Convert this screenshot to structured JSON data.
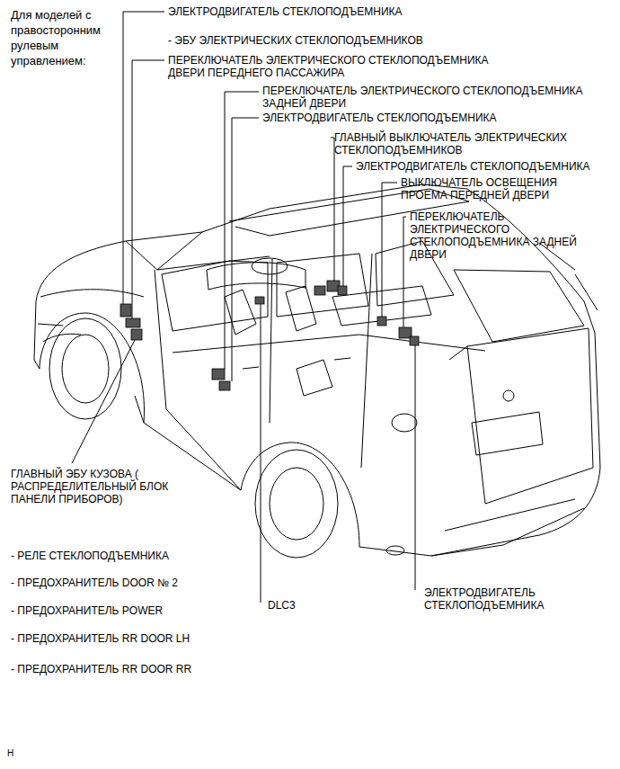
{
  "diagram": {
    "labels": [
      "Для моделей с правосторонним рулевым управлением:",
      "ЭЛЕКТРОДВИГАТЕЛЬ СТЕКЛОПОДЪЕМНИКА",
      "- ЭБУ ЭЛЕКТРИЧЕСКИХ СТЕКЛОПОДЪЕМНИКОВ",
      "ПЕРЕКЛЮЧАТЕЛЬ ЭЛЕКТРИЧЕСКОГО СТЕКЛОПОДЪЕМНИКА ДВЕРИ ПЕРЕДНЕГО ПАССАЖИРА",
      "ПЕРЕКЛЮЧАТЕЛЬ ЭЛЕКТРИЧЕСКОГО СТЕКЛОПОДЪЕМНИКА ЗАДНЕЙ ДВЕРИ",
      "ЭЛЕКТРОДВИГАТЕЛЬ СТЕКЛОПОДЪЕМНИКА",
      "ГЛАВНЫЙ ВЫКЛЮЧАТЕЛЬ ЭЛЕКТРИЧЕСКИХ СТЕКЛОПОДЪЕМНИКОВ",
      "ЭЛЕКТРОДВИГАТЕЛЬ СТЕКЛОПОДЪЕМНИКА",
      "ВЫКЛЮЧАТЕЛЬ ОСВЕЩЕНИЯ ПРОЕМА ПЕРЕДНЕЙ ДВЕРИ",
      "ПЕРЕКЛЮЧАТЕЛЬ ЭЛЕКТРИЧЕСКОГО СТЕКЛОПОДЪЕМНИКА ЗАДНЕЙ ДВЕРИ",
      "ГЛАВНЫЙ ЭБУ КУЗОВА ( РАСПРЕДЕЛИТЕЛЬНЫЙ БЛОК ПАНЕЛИ ПРИБОРОВ)",
      "- РЕЛЕ СТЕКЛОПОДЪЕМНИКА",
      "- ПРЕДОХРАНИТЕЛЬ DOOR № 2",
      "- ПРЕДОХРАНИТЕЛЬ POWER",
      "- ПРЕДОХРАНИТЕЛЬ RR DOOR LH",
      "- ПРЕДОХРАНИТЕЛЬ RR DOOR RR",
      "DLC3",
      "ЭЛЕКТРОДВИГАТЕЛЬ СТЕКЛОПОДЪЕМНИКА",
      "H"
    ]
  }
}
